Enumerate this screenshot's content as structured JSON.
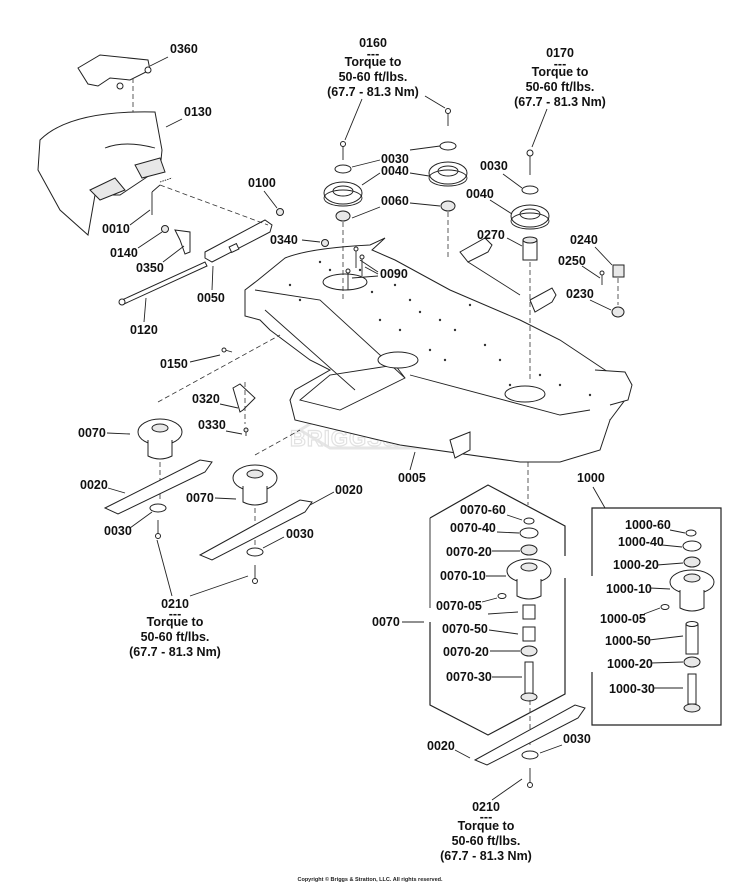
{
  "diagram": {
    "title": "Mower Deck Exploded Parts Diagram",
    "watermark": "BRIGGS&STRATTON",
    "copyright": "Copyright © Briggs & Stratton, LLC. All rights reserved.",
    "callouts": {
      "c0360": "0360",
      "c0130": "0130",
      "c0010": "0010",
      "c0140": "0140",
      "c0350": "0350",
      "c0100": "0100",
      "c0050": "0050",
      "c0120": "0120",
      "c0340": "0340",
      "c0090": "0090",
      "c0150": "0150",
      "c0320": "0320",
      "c0330": "0330",
      "c0070a": "0070",
      "c0070b": "0070",
      "c0070c": "0070",
      "c0020a": "0020",
      "c0020b": "0020",
      "c0020c": "0020",
      "c0030a": "0030",
      "c0030b": "0030",
      "c0030c": "0030",
      "c0030d": "0030",
      "c0030e": "0030",
      "c0040a": "0040",
      "c0040b": "0040",
      "c0060": "0060",
      "c0270": "0270",
      "c0240": "0240",
      "c0250": "0250",
      "c0230": "0230",
      "c0005": "0005",
      "c1000": "1000"
    },
    "torque_notes": [
      {
        "part": "0160",
        "sep": "---",
        "line1": "Torque to",
        "line2": "50-60 ft/lbs.",
        "line3": "(67.7 - 81.3 Nm)"
      },
      {
        "part": "0170",
        "sep": "---",
        "line1": "Torque to",
        "line2": "50-60 ft/lbs.",
        "line3": "(67.7 - 81.3 Nm)"
      },
      {
        "part": "0210",
        "sep": "---",
        "line1": "Torque to",
        "line2": "50-60 ft/lbs.",
        "line3": "(67.7 - 81.3 Nm)"
      },
      {
        "part": "0210",
        "sep": "---",
        "line1": "Torque to",
        "line2": "50-60 ft/lbs.",
        "line3": "(67.7 - 81.3 Nm)"
      }
    ],
    "spindle_0070_parts": [
      "0070-60",
      "0070-40",
      "0070-20",
      "0070-10",
      "0070-05",
      "0070-50",
      "0070-20",
      "0070-30"
    ],
    "spindle_1000_parts": [
      "1000-60",
      "1000-40",
      "1000-20",
      "1000-10",
      "1000-05",
      "1000-50",
      "1000-20",
      "1000-30"
    ]
  }
}
